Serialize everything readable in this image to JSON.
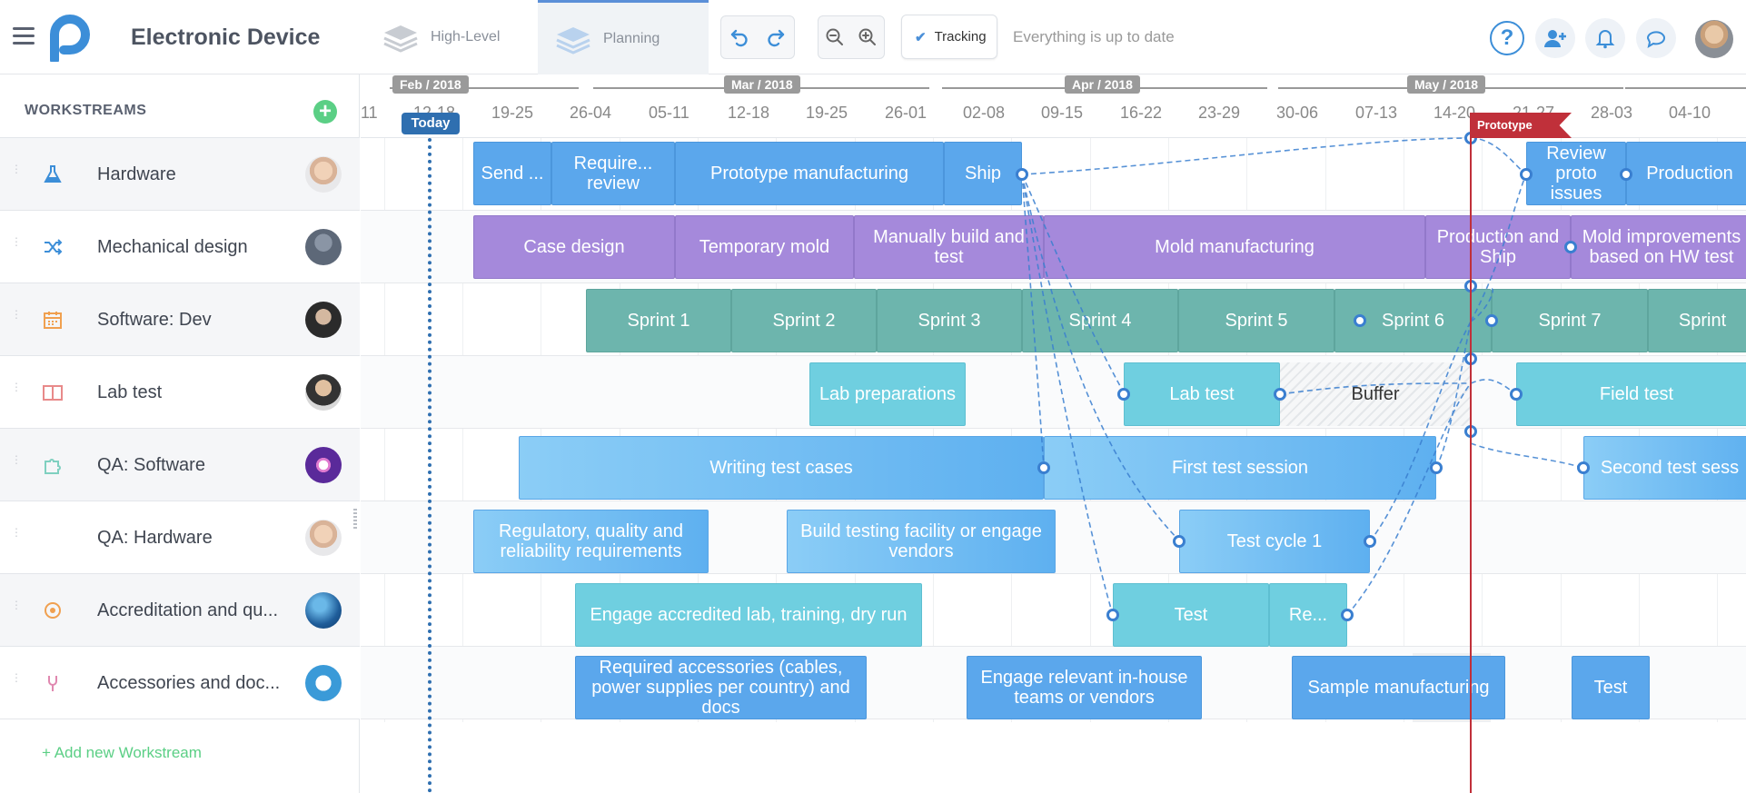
{
  "header": {
    "app_title": "Electronic Device",
    "tabs": [
      {
        "label": "High-Level"
      },
      {
        "label": "Planning"
      }
    ],
    "tracking_label": "Tracking",
    "status_text": "Everything is up to date"
  },
  "sidebar": {
    "title": "WORKSTREAMS",
    "add_label": "+ Add new Workstream",
    "workstreams": [
      {
        "name": "Hardware",
        "icon": "flask-icon",
        "icon_color": "#3c8ed8"
      },
      {
        "name": "Mechanical design",
        "icon": "shuffle-icon",
        "icon_color": "#3c8ed8"
      },
      {
        "name": "Software: Dev",
        "icon": "calendar-icon",
        "icon_color": "#f0a050"
      },
      {
        "name": "Lab test",
        "icon": "book-icon",
        "icon_color": "#e88a8a"
      },
      {
        "name": "QA: Software",
        "icon": "puzzle-icon",
        "icon_color": "#7fd0c0"
      },
      {
        "name": "QA: Hardware",
        "icon": "",
        "icon_color": ""
      },
      {
        "name": "Accreditation and qu...",
        "icon": "target-icon",
        "icon_color": "#f0a050"
      },
      {
        "name": "Accessories and doc...",
        "icon": "fork-icon",
        "icon_color": "#e088b0"
      }
    ]
  },
  "timeline": {
    "months": [
      "Feb / 2018",
      "Mar / 2018",
      "Apr / 2018",
      "May / 2018"
    ],
    "weeks": [
      "11",
      "12-18",
      "19-25",
      "26-04",
      "05-11",
      "12-18",
      "19-25",
      "26-01",
      "02-08",
      "09-15",
      "16-22",
      "23-29",
      "30-06",
      "07-13",
      "14-20",
      "21-27",
      "28-03",
      "04-10"
    ],
    "today_label": "Today",
    "milestone_label": "Prototype",
    "tasks": {
      "hw": [
        "Send ...",
        "Require... review",
        "Prototype manufacturing",
        "Ship",
        "Review proto issues",
        "Production"
      ],
      "mech": [
        "Case design",
        "Temporary mold",
        "Manually build and test",
        "Mold manufacturing",
        "Production and Ship",
        "Mold improvements based on HW test"
      ],
      "sw": [
        "Sprint 1",
        "Sprint 2",
        "Sprint 3",
        "Sprint 4",
        "Sprint 5",
        "Sprint 6",
        "Sprint 7",
        "Sprint"
      ],
      "lab": [
        "Lab preparations",
        "Lab test",
        "Buffer",
        "Field test"
      ],
      "qasw": [
        "Writing test cases",
        "First test session",
        "Second test sess"
      ],
      "qahw": [
        "Regulatory, quality and reliability requirements",
        "Build testing facility or engage vendors",
        "Test cycle 1"
      ],
      "accr": [
        "Engage accredited lab, training, dry run",
        "Test",
        "Re..."
      ],
      "acc": [
        "Required accessories (cables, power supplies per country) and docs",
        "Engage relevant in-house teams or vendors",
        "Sample manufacturing",
        "Test"
      ]
    },
    "add_cell": "+"
  }
}
